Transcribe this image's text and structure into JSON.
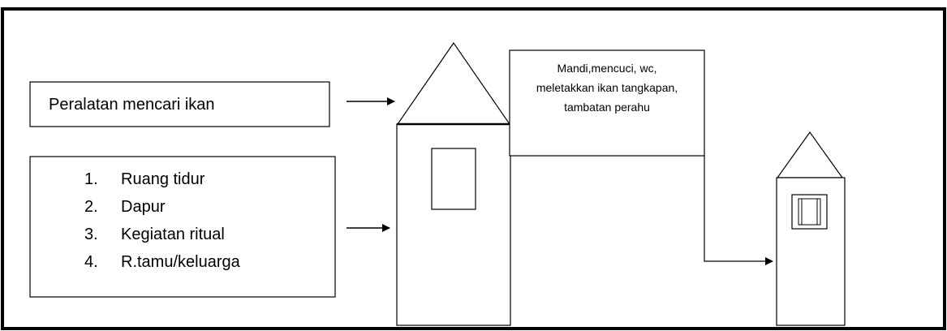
{
  "diagram": {
    "box_equipment": {
      "label": "Peralatan mencari ikan"
    },
    "box_rooms": {
      "items": [
        {
          "number": "1.",
          "label": "Ruang tidur"
        },
        {
          "number": "2.",
          "label": "Dapur"
        },
        {
          "number": "3.",
          "label": "Kegiatan ritual"
        },
        {
          "number": "4.",
          "label": "R.tamu/keluarga"
        }
      ]
    },
    "box_activities": {
      "lines": [
        "Mandi,mencuci, wc,",
        "meletakkan ikan tangkapan,",
        "tambatan perahu"
      ]
    }
  },
  "colors": {
    "stroke": "#000000",
    "background": "#ffffff"
  }
}
